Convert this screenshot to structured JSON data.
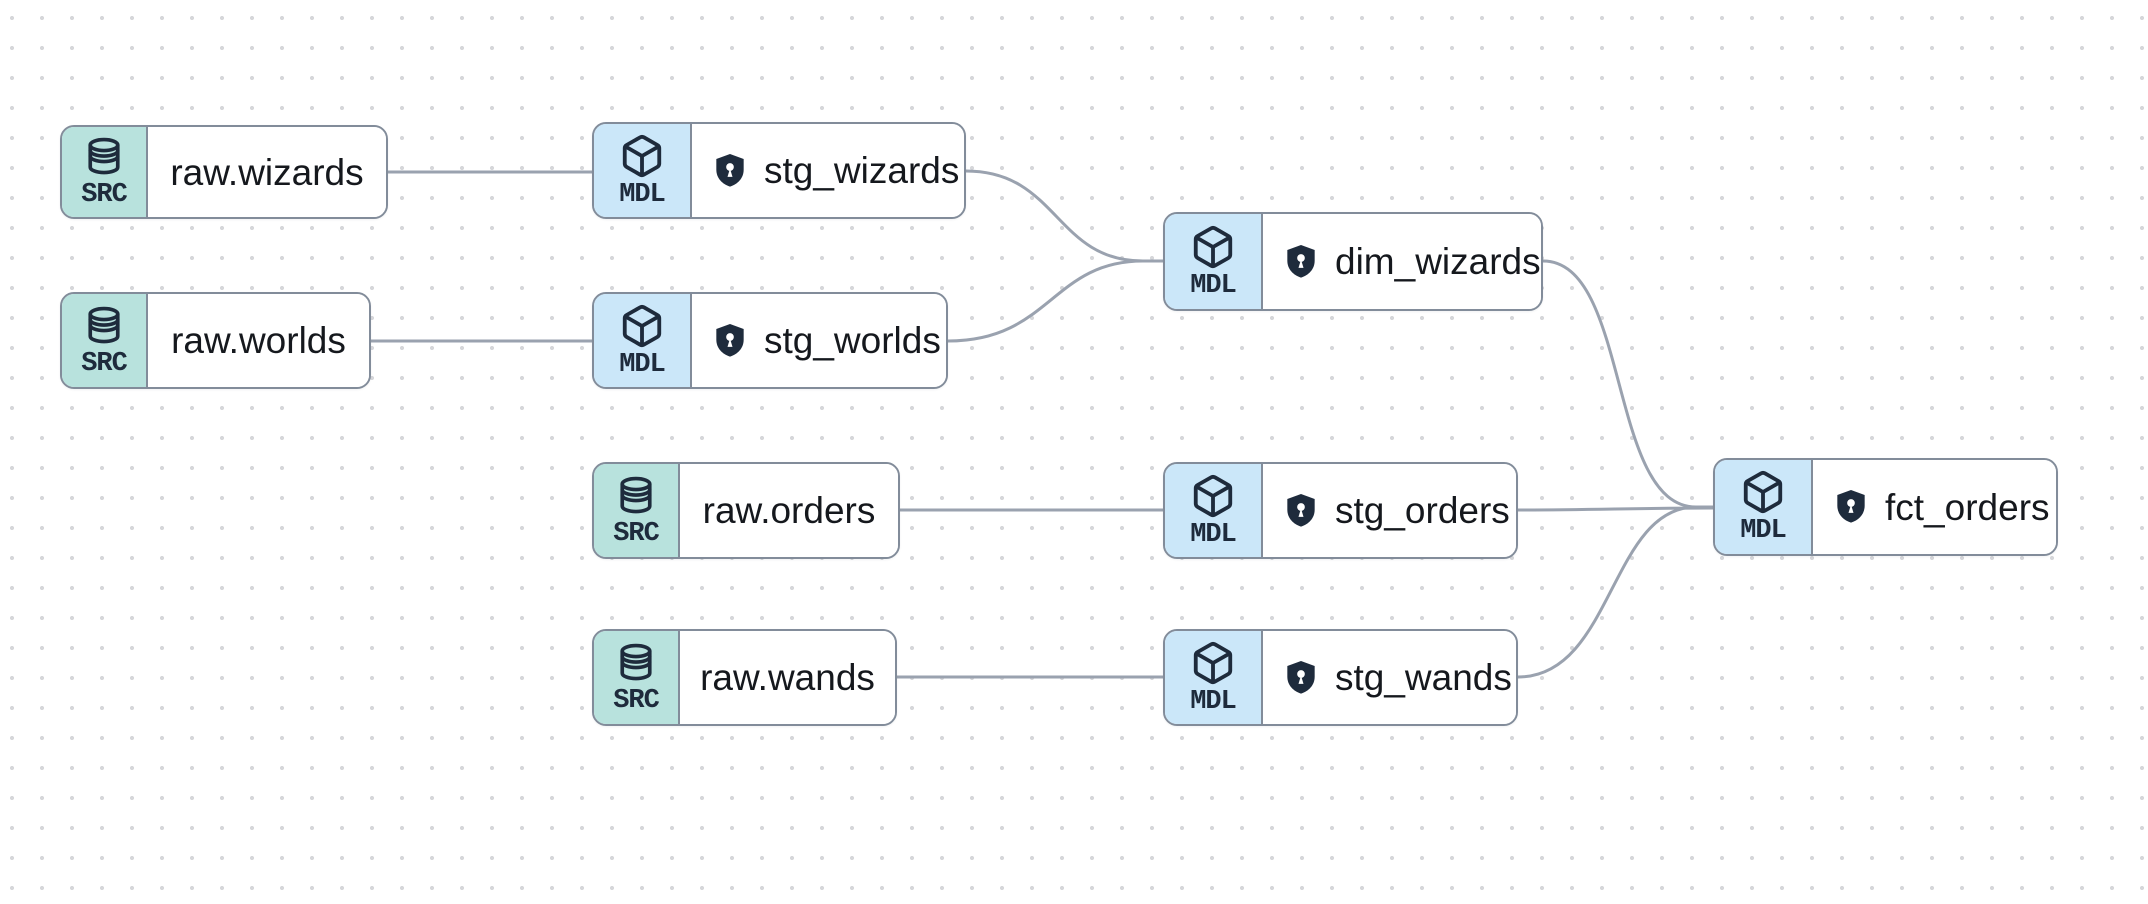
{
  "diagram": {
    "kind": "data-lineage-dag",
    "background_color": "#ffffff",
    "dot_color": "#d6d7da",
    "edge_color": "#9aa2af",
    "node_border_color": "#828c9a"
  },
  "node_types": {
    "source": {
      "badge_label": "SRC",
      "badge_color": "#b8e2dd",
      "icon": "database-icon"
    },
    "model": {
      "badge_label": "MDL",
      "badge_color": "#cbe7f9",
      "icon": "cube-icon"
    }
  },
  "nodes": [
    {
      "id": "raw.wizards",
      "type": "source",
      "badge": "SRC",
      "label": "raw.wizards",
      "has_shield": false
    },
    {
      "id": "stg_wizards",
      "type": "model",
      "badge": "MDL",
      "label": "stg_wizards",
      "has_shield": true
    },
    {
      "id": "raw.worlds",
      "type": "source",
      "badge": "SRC",
      "label": "raw.worlds",
      "has_shield": false
    },
    {
      "id": "stg_worlds",
      "type": "model",
      "badge": "MDL",
      "label": "stg_worlds",
      "has_shield": true
    },
    {
      "id": "dim_wizards",
      "type": "model",
      "badge": "MDL",
      "label": "dim_wizards",
      "has_shield": true
    },
    {
      "id": "raw.orders",
      "type": "source",
      "badge": "SRC",
      "label": "raw.orders",
      "has_shield": false
    },
    {
      "id": "stg_orders",
      "type": "model",
      "badge": "MDL",
      "label": "stg_orders",
      "has_shield": true
    },
    {
      "id": "raw.wands",
      "type": "source",
      "badge": "SRC",
      "label": "raw.wands",
      "has_shield": false
    },
    {
      "id": "stg_wands",
      "type": "model",
      "badge": "MDL",
      "label": "stg_wands",
      "has_shield": true
    },
    {
      "id": "fct_orders",
      "type": "model",
      "badge": "MDL",
      "label": "fct_orders",
      "has_shield": true
    }
  ],
  "edges": [
    {
      "from": "raw.wizards",
      "to": "stg_wizards"
    },
    {
      "from": "raw.worlds",
      "to": "stg_worlds"
    },
    {
      "from": "stg_wizards",
      "to": "dim_wizards"
    },
    {
      "from": "stg_worlds",
      "to": "dim_wizards"
    },
    {
      "from": "raw.orders",
      "to": "stg_orders"
    },
    {
      "from": "raw.wands",
      "to": "stg_wands"
    },
    {
      "from": "dim_wizards",
      "to": "fct_orders"
    },
    {
      "from": "stg_orders",
      "to": "fct_orders"
    },
    {
      "from": "stg_wands",
      "to": "fct_orders"
    }
  ]
}
